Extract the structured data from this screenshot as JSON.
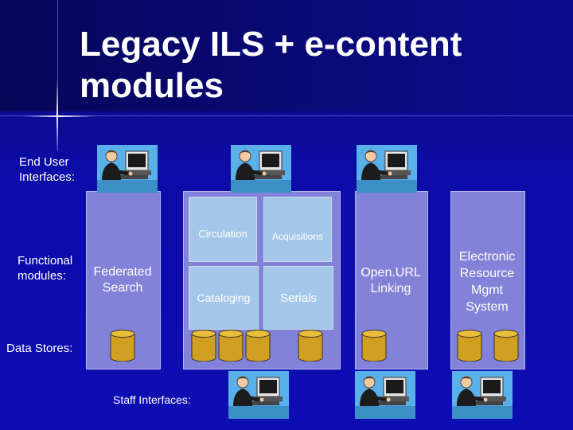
{
  "title": "Legacy ILS + e-content\nmodules",
  "row_labels": {
    "end_user": "End User\nInterfaces:",
    "functional": "Functional\nmodules:",
    "data_stores": "Data Stores:",
    "staff": "Staff Interfaces:"
  },
  "modules": {
    "federated_search": "Federated\nSearch",
    "circulation": "Circulation",
    "acquisitions": "Acquisitions",
    "cataloging": "Cataloging",
    "serials": "Serials",
    "openurl": "Open.URL\nLinking",
    "erm": "Electronic\nResource\nMgmt\nSystem"
  },
  "icons": {
    "user": "user-at-computer-icon",
    "db": "database-cylinder-icon"
  },
  "colors": {
    "background": "#0c0ca8",
    "module_column": "#8282d8",
    "ils_cell": "#a4c6e8",
    "database": "#d2a020"
  }
}
